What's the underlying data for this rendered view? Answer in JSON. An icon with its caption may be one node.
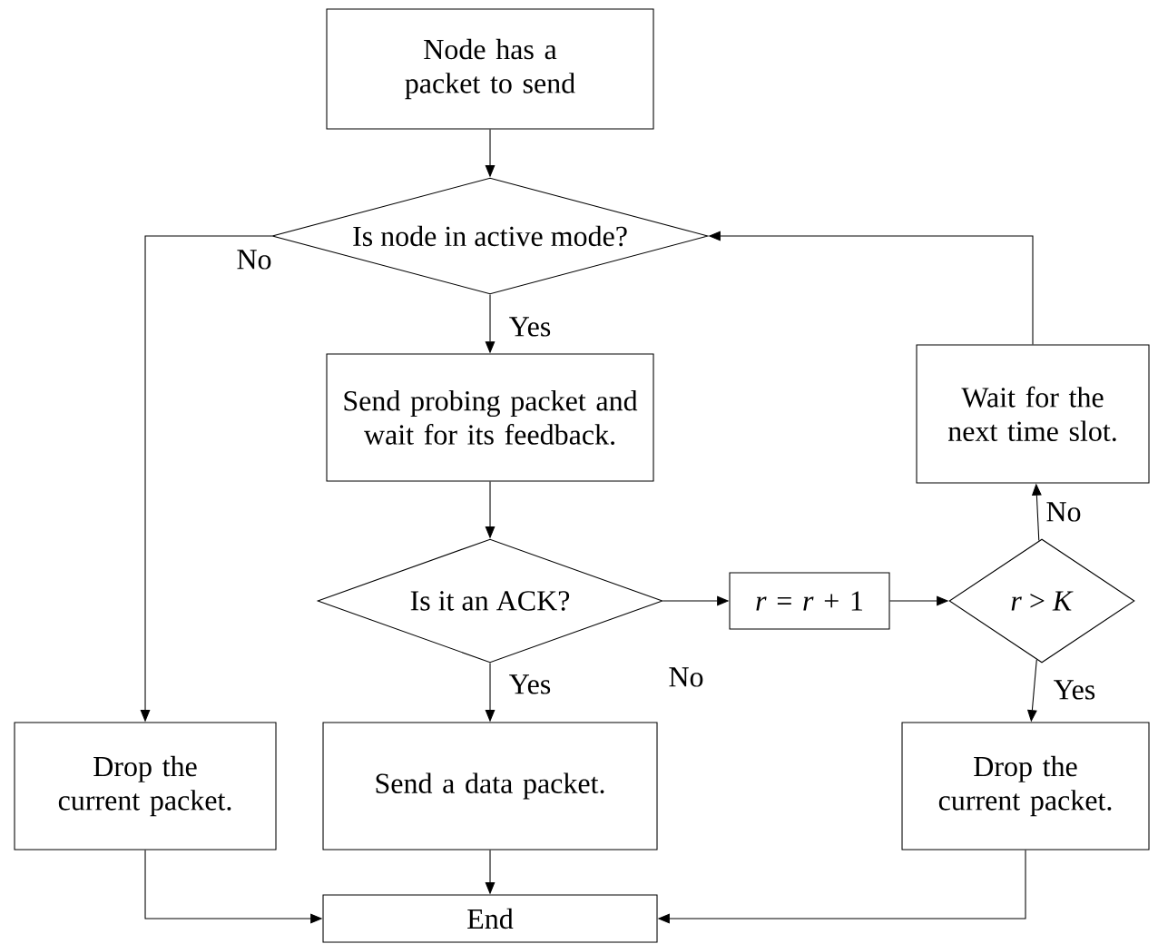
{
  "diagram": {
    "nodes": [
      {
        "text": [
          "Node has a packet to send"
        ]
      },
      {
        "text": [
          "Is node in active mode?"
        ]
      },
      {
        "text": [
          "Send probing packet and wait for its feedback."
        ]
      },
      {
        "text": [
          "Is it an ACK?"
        ]
      },
      {
        "text": [
          "*r* = *r* + 1"
        ]
      },
      {
        "text": [
          "*r* > *K*"
        ]
      },
      {
        "text": [
          "Wait for the next time slot."
        ]
      },
      {
        "text": [
          "Drop the current packet."
        ]
      },
      {
        "text": [
          "Send a data packet."
        ]
      },
      {
        "text": [
          "Drop the current packet."
        ]
      },
      {
        "text": [
          "End"
        ]
      }
    ],
    "edges": [
      {
        "from": 0,
        "to": 1,
        "arrow": "to"
      },
      {
        "from": 1,
        "to": 2,
        "arrow": "to",
        "label": "Yes"
      },
      {
        "from": 1,
        "to": 7,
        "arrow": "to",
        "label": "No"
      },
      {
        "from": 2,
        "to": 3,
        "arrow": "to"
      },
      {
        "from": 3,
        "to": 8,
        "arrow": "to",
        "label": "Yes"
      },
      {
        "from": 3,
        "to": 4,
        "arrow": "to",
        "label": "No"
      },
      {
        "from": 4,
        "to": 5,
        "arrow": "to"
      },
      {
        "from": 5,
        "to": 6,
        "arrow": "to",
        "label": "No"
      },
      {
        "from": 5,
        "to": 9,
        "arrow": "to",
        "label": "Yes"
      },
      {
        "from": 6,
        "to": 1,
        "arrow": "to"
      },
      {
        "from": 7,
        "to": 10,
        "arrow": "to"
      },
      {
        "from": 8,
        "to": 10,
        "arrow": "to"
      },
      {
        "from": 9,
        "to": 10,
        "arrow": "to"
      }
    ]
  }
}
